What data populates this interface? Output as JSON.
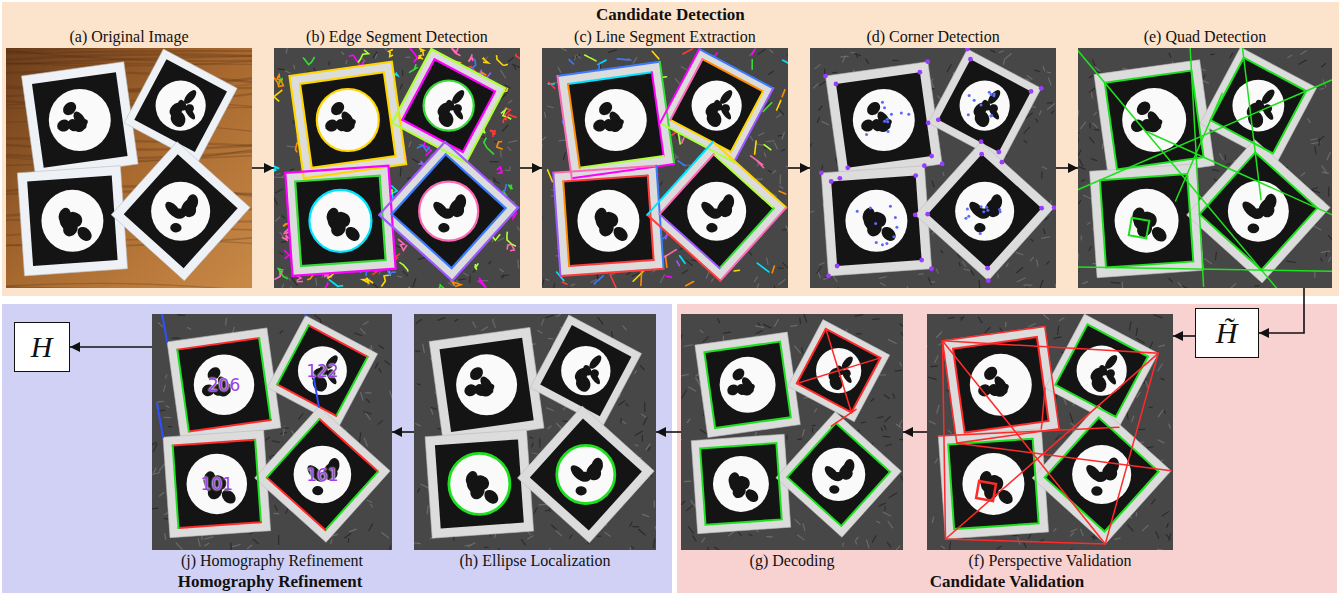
{
  "diagram": {
    "nodes": [
      {
        "text": [
          "Candidate Detection"
        ]
      },
      {
        "text": [
          "(a) Original Image"
        ],
        "in": 0
      },
      {
        "text": [
          "(b) Edge Segment Detection"
        ],
        "in": 0
      },
      {
        "text": [
          "(c) Line Segment Extraction"
        ],
        "in": 0
      },
      {
        "text": [
          "(d) Corner Detection"
        ],
        "in": 0
      },
      {
        "text": [
          "(e) Quad Detection"
        ],
        "in": 0
      },
      {
        "text": [
          "Candidate Validation"
        ]
      },
      {
        "text": [
          "H̃"
        ],
        "in": 6
      },
      {
        "text": [
          "(f) Perspective Validation"
        ],
        "in": 6
      },
      {
        "text": [
          "(g) Decoding"
        ],
        "in": 6
      },
      {
        "text": [
          "Homography Refinement"
        ]
      },
      {
        "text": [
          "(h) Ellipse Localization"
        ],
        "in": 10
      },
      {
        "text": [
          "(j) Homography Refinement"
        ],
        "in": 10
      },
      {
        "text": [
          "H"
        ],
        "in": 10
      }
    ],
    "edges": [
      {
        "from": 1,
        "to": 2,
        "arrow": "to"
      },
      {
        "from": 2,
        "to": 3,
        "arrow": "to"
      },
      {
        "from": 3,
        "to": 4,
        "arrow": "to"
      },
      {
        "from": 4,
        "to": 5,
        "arrow": "to"
      },
      {
        "from": 5,
        "to": 7,
        "arrow": "to"
      },
      {
        "from": 7,
        "to": 8,
        "arrow": "to"
      },
      {
        "from": 8,
        "to": 9,
        "arrow": "to"
      },
      {
        "from": 9,
        "to": 11,
        "arrow": "to"
      },
      {
        "from": 11,
        "to": 12,
        "arrow": "to"
      },
      {
        "from": 12,
        "to": 13,
        "arrow": "to"
      }
    ],
    "labels": [
      "206",
      "122",
      "101",
      "161"
    ]
  }
}
